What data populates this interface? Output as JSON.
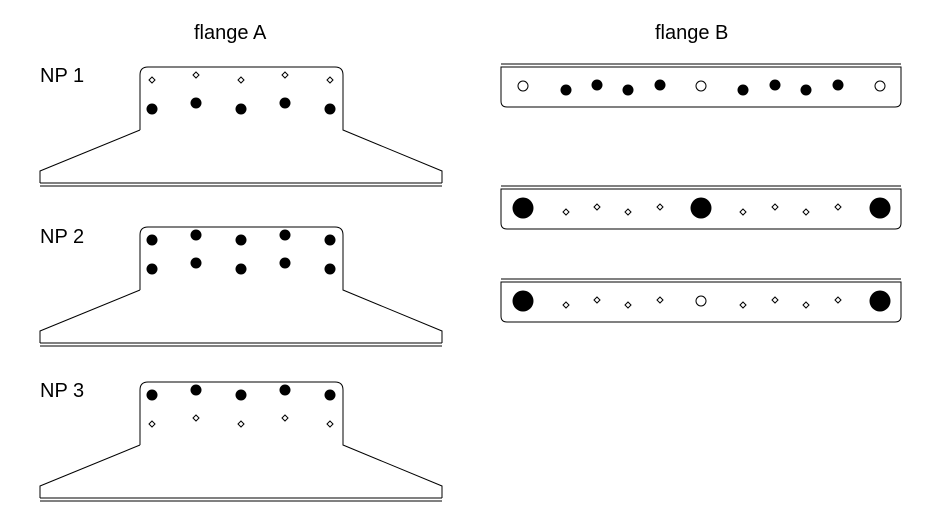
{
  "titles": {
    "flange_a": "flange A",
    "flange_b": "flange B"
  },
  "flange_a": [
    {
      "label": "NP 1",
      "rows": [
        [
          "diamond",
          "diamond",
          "diamond",
          "diamond",
          "diamond"
        ],
        [
          "filled",
          "filled",
          "filled",
          "filled",
          "filled"
        ]
      ]
    },
    {
      "label": "NP 2",
      "rows": [
        [
          "filled",
          "filled",
          "filled",
          "filled",
          "filled"
        ],
        [
          "filled",
          "filled",
          "filled",
          "filled",
          "filled"
        ]
      ]
    },
    {
      "label": "NP 3",
      "rows": [
        [
          "filled",
          "filled",
          "filled",
          "filled",
          "filled"
        ],
        [
          "diamond",
          "diamond",
          "diamond",
          "diamond",
          "diamond"
        ]
      ]
    }
  ],
  "flange_b": [
    {
      "holes": [
        "open",
        "filled",
        "filled",
        "filled",
        "filled",
        "open",
        "filled",
        "filled",
        "filled",
        "filled",
        "open"
      ]
    },
    {
      "holes": [
        "big",
        "diamond",
        "diamond",
        "diamond",
        "diamond",
        "big",
        "diamond",
        "diamond",
        "diamond",
        "diamond",
        "big"
      ]
    },
    {
      "holes": [
        "big",
        "diamond",
        "diamond",
        "diamond",
        "diamond",
        "open",
        "diamond",
        "diamond",
        "diamond",
        "diamond",
        "big"
      ]
    }
  ],
  "colors": {
    "stroke": "#000000",
    "background": "#ffffff"
  }
}
